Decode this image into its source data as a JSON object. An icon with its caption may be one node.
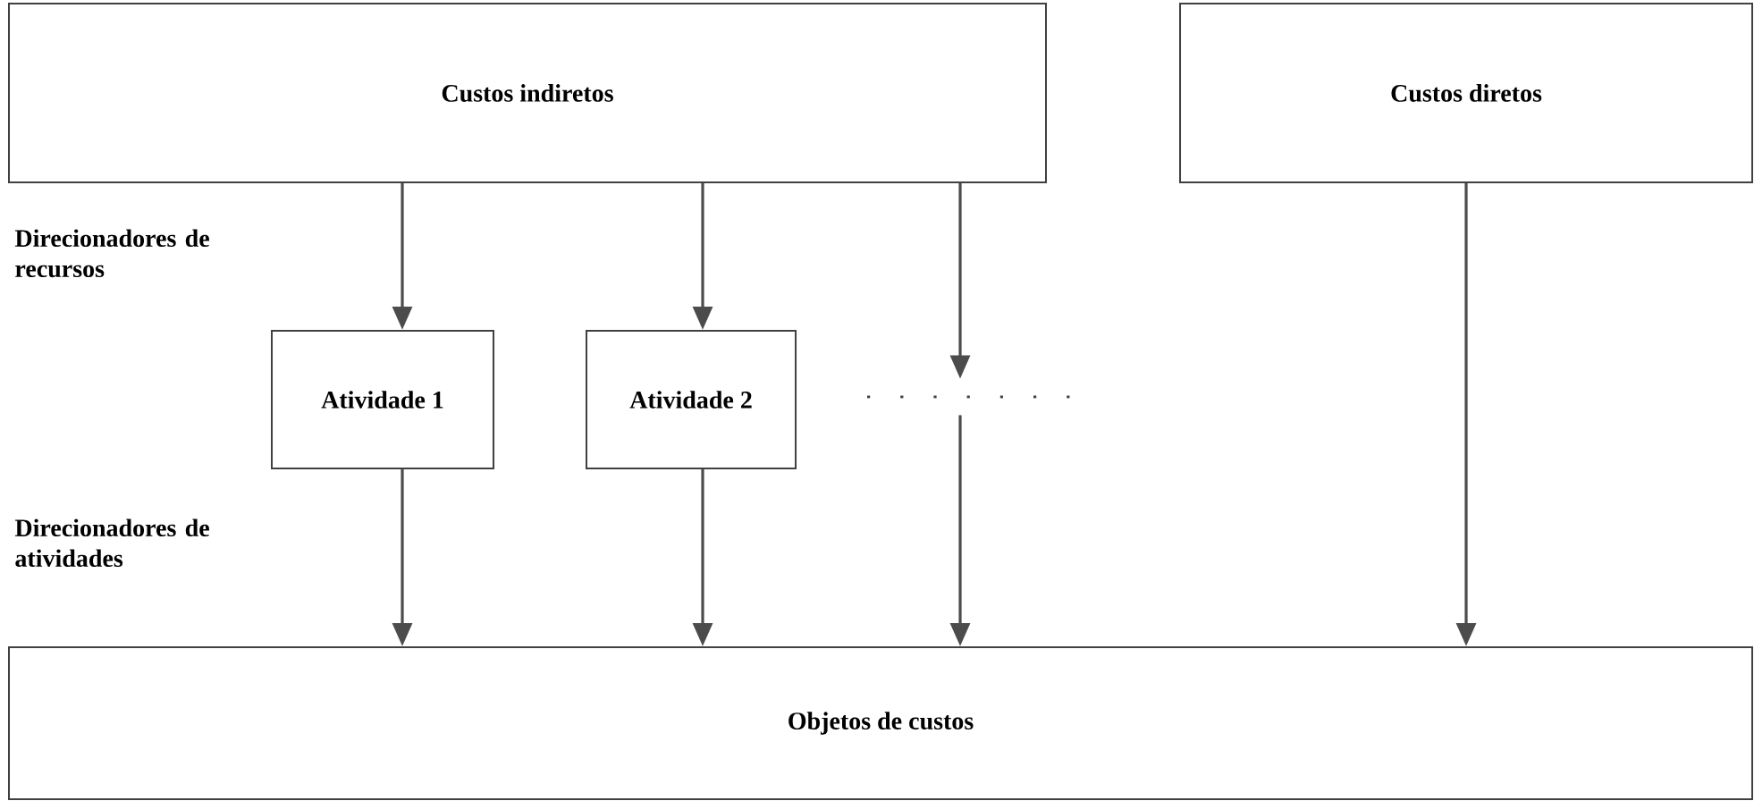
{
  "diagram": {
    "nodes": [
      {
        "text": [
          "Custos indiretos"
        ]
      },
      {
        "text": [
          "Custos diretos"
        ]
      },
      {
        "text": [
          "Atividade 1"
        ]
      },
      {
        "text": [
          "Atividade 2"
        ]
      },
      {
        "text": [
          "Objetos de custos"
        ]
      },
      {
        "text": [],
        "shape": "dots"
      }
    ],
    "edges": [
      {
        "from": 0,
        "to": 2,
        "arrow": "to"
      },
      {
        "from": 0,
        "to": 3,
        "arrow": "to"
      },
      {
        "from": 0,
        "to": 5,
        "arrow": "to"
      },
      {
        "from": 2,
        "to": 4,
        "arrow": "to"
      },
      {
        "from": 3,
        "to": 4,
        "arrow": "to"
      },
      {
        "from": 5,
        "to": 4,
        "arrow": "to"
      },
      {
        "from": 1,
        "to": 4,
        "arrow": "to"
      }
    ],
    "labels": [
      "Direcionadores de recursos",
      "Direcionadores de atividades"
    ]
  }
}
